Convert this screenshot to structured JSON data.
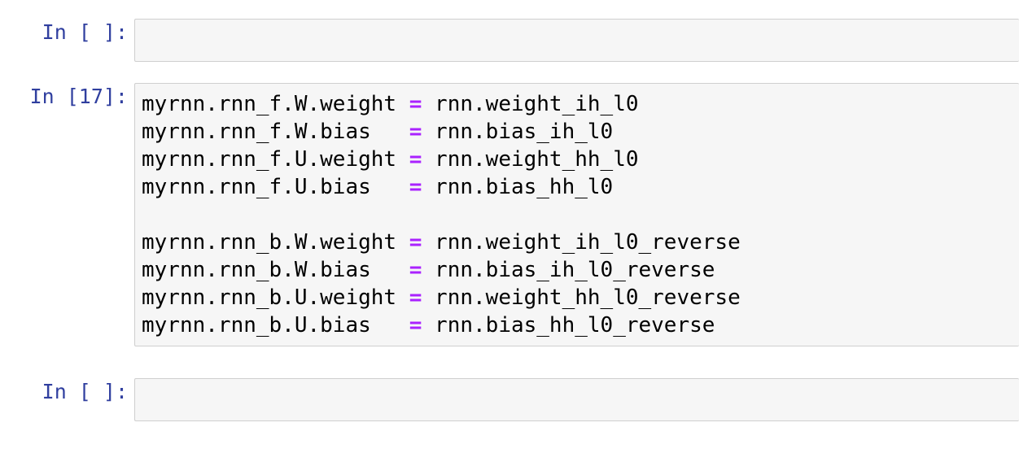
{
  "notebook": {
    "cells": [
      {
        "id": "empty-top",
        "type": "code",
        "prompt": "In [ ]:",
        "execution_count": null,
        "source_lines": []
      },
      {
        "id": "code-17",
        "type": "code",
        "prompt": "In [17]:",
        "execution_count": 17,
        "source_lines": [
          {
            "target": "myrnn.rnn_f.W.weight",
            "op": "=",
            "value": "rnn.weight_ih_l0"
          },
          {
            "target": "myrnn.rnn_f.W.bias  ",
            "op": "=",
            "value": "rnn.bias_ih_l0"
          },
          {
            "target": "myrnn.rnn_f.U.weight",
            "op": "=",
            "value": "rnn.weight_hh_l0"
          },
          {
            "target": "myrnn.rnn_f.U.bias  ",
            "op": "=",
            "value": "rnn.bias_hh_l0"
          },
          {
            "target": "",
            "op": "",
            "value": ""
          },
          {
            "target": "myrnn.rnn_b.W.weight",
            "op": "=",
            "value": "rnn.weight_ih_l0_reverse"
          },
          {
            "target": "myrnn.rnn_b.W.bias  ",
            "op": "=",
            "value": "rnn.bias_ih_l0_reverse"
          },
          {
            "target": "myrnn.rnn_b.U.weight",
            "op": "=",
            "value": "rnn.weight_hh_l0_reverse"
          },
          {
            "target": "myrnn.rnn_b.U.bias  ",
            "op": "=",
            "value": "rnn.bias_hh_l0_reverse"
          }
        ]
      },
      {
        "id": "empty-bottom",
        "type": "code",
        "prompt": "In [ ]:",
        "execution_count": null,
        "source_lines": []
      }
    ]
  },
  "colors": {
    "prompt_text": "#303f9f",
    "code_text": "#000000",
    "operator": "#aa22ff",
    "cell_background": "#f6f6f6",
    "cell_border": "#cfcfcf",
    "page_background": "#ffffff"
  }
}
